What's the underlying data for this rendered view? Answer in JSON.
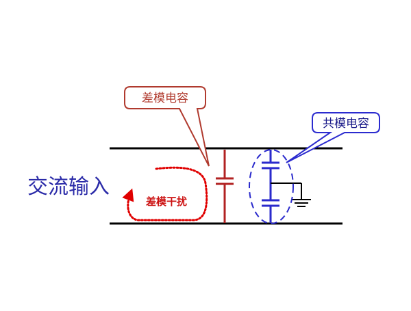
{
  "labels": {
    "input": "交流输入",
    "dm_capacitor": "差模电容",
    "cm_capacitor": "共模电容",
    "dm_interference": "差模干扰"
  },
  "colors": {
    "wire": "#000000",
    "dm_capacitor": "#b22222",
    "cm_capacitor": "#2a2acc",
    "input_text": "#2a2aa8",
    "dm_callout_border": "#b03a2e",
    "dm_callout_text": "#b03a2e",
    "cm_callout_border": "#2b2bcf",
    "cm_callout_text": "#1a1a8a",
    "interference": "#e00000",
    "interference_text": "#cc1111"
  }
}
